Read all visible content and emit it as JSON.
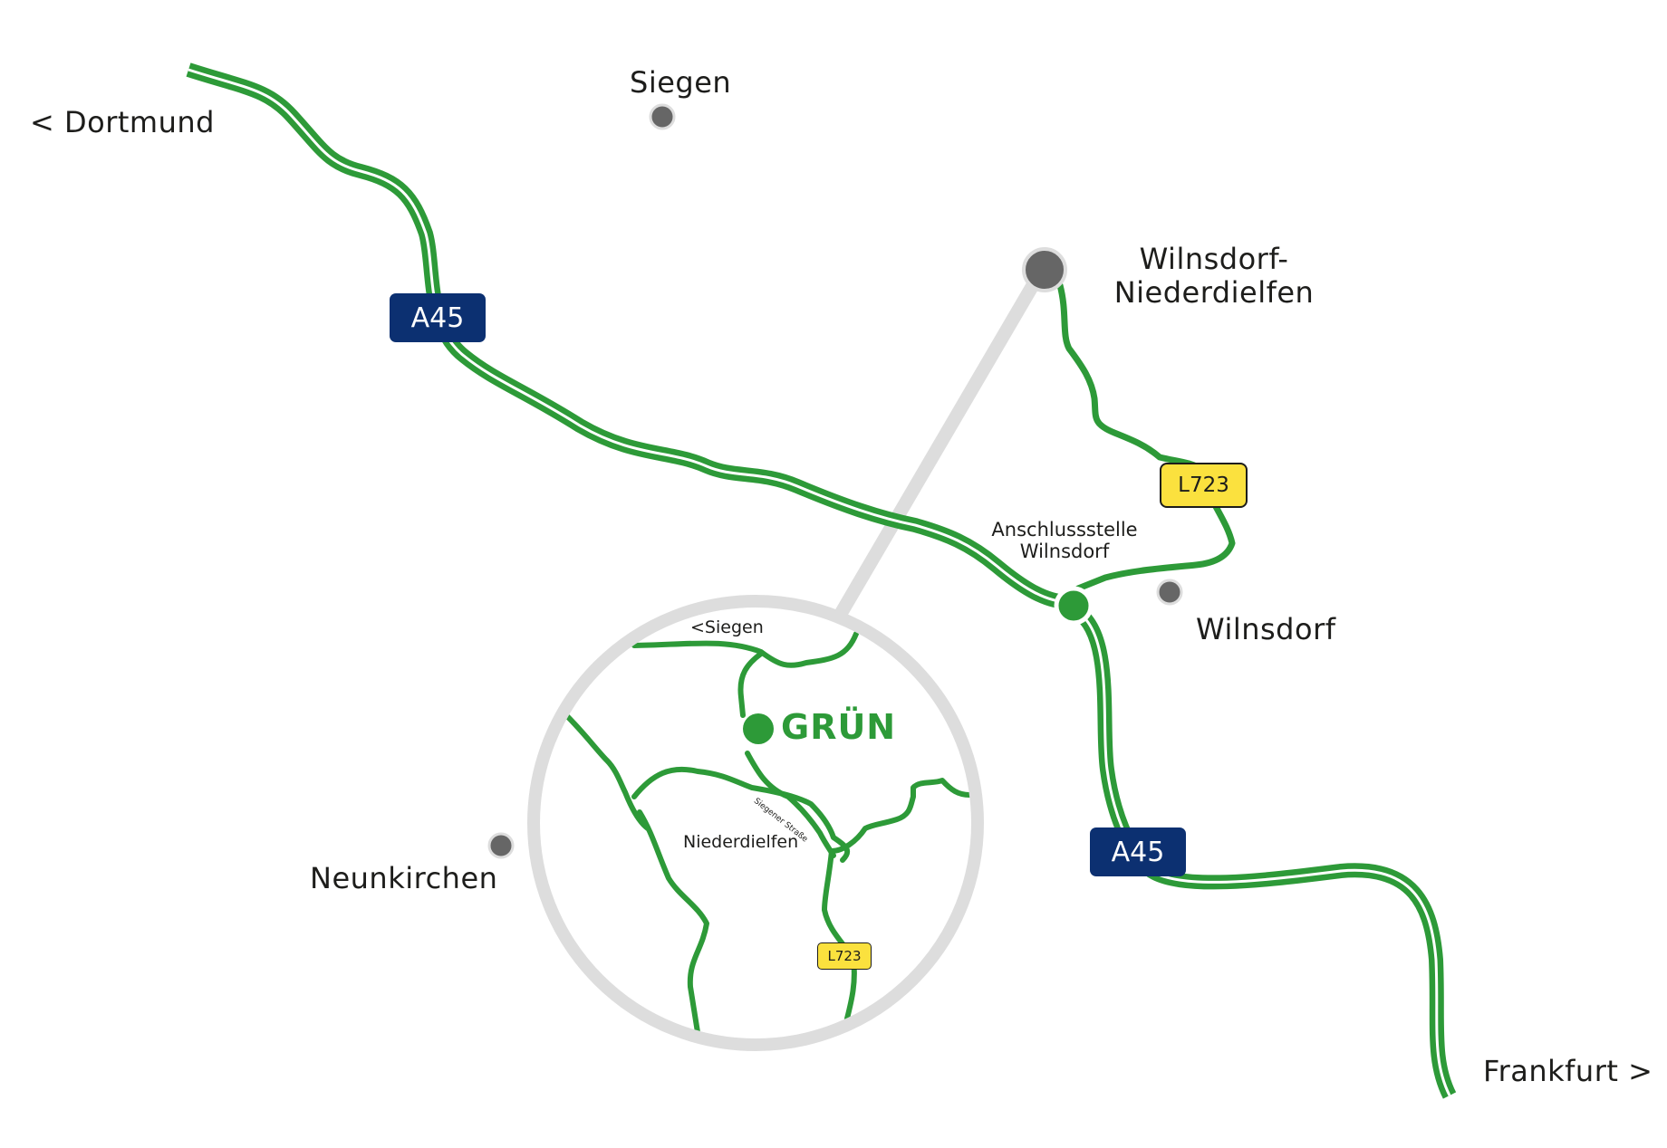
{
  "places": {
    "dortmund": "< Dortmund",
    "siegen": "Siegen",
    "wilnsdorf_niederdielfen_line1": "Wilnsdorf-",
    "wilnsdorf_niederdielfen_line2": "Niederdielfen",
    "anschlussstelle_line1": "Anschlussstelle",
    "anschlussstelle_line2": "Wilnsdorf",
    "wilnsdorf": "Wilnsdorf",
    "neunkirchen": "Neunkirchen",
    "frankfurt": "Frankfurt >"
  },
  "road_shields": {
    "a45_north": "A45",
    "a45_south": "A45",
    "l723_main": "L723",
    "l723_inset": "L723"
  },
  "inset": {
    "siegen": "<Siegen",
    "niederdielfen": "Niederdielfen",
    "siegener_strasse": "Siegener Straße",
    "brand": "GRÜN"
  },
  "colors": {
    "road_green": "#2d9a38",
    "motorway_shield": "#0c3071",
    "state_road_shield": "#fbe13e",
    "place_dot": "#666666",
    "inset_ring": "#dddddd"
  },
  "icons": {
    "town_marker": "grey-dot-icon",
    "junction_marker": "green-dot-icon",
    "company_marker": "green-dot-icon"
  }
}
